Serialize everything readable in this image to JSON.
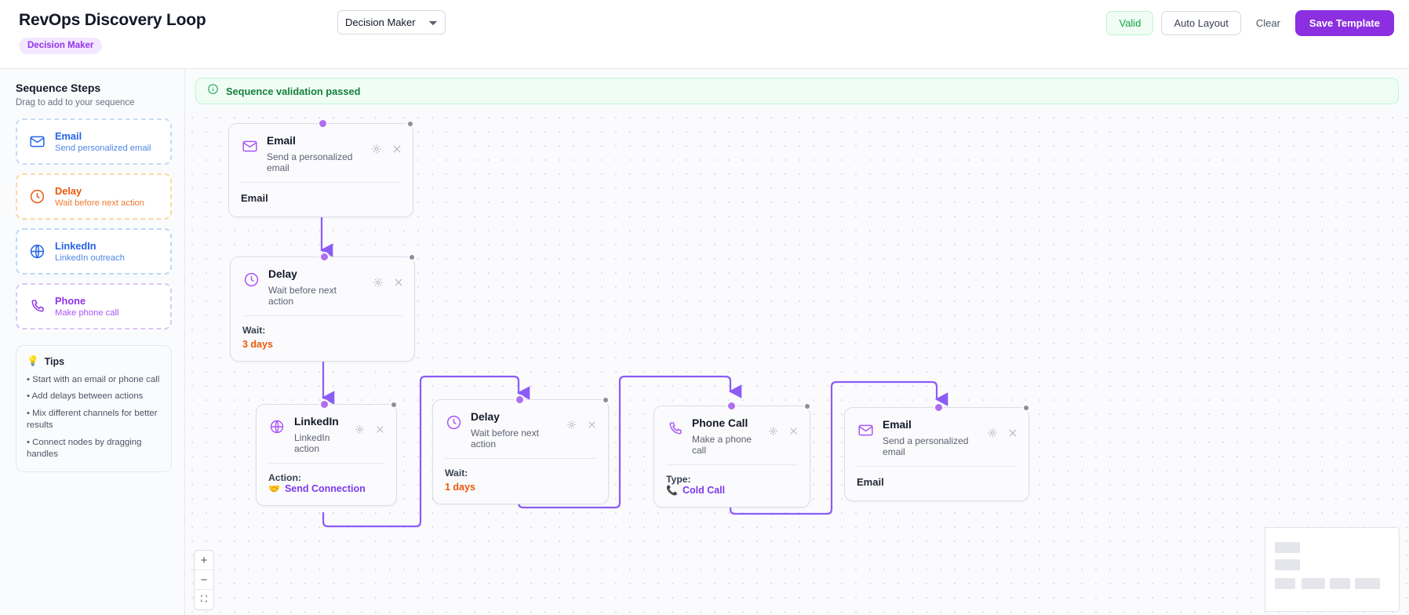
{
  "header": {
    "title": "RevOps Discovery Loop",
    "persona_chip": "Decision Maker",
    "persona_select_value": "Decision Maker",
    "persona_options": [
      "Decision Maker"
    ],
    "valid_label": "Valid",
    "auto_layout_label": "Auto Layout",
    "clear_label": "Clear",
    "save_label": "Save Template",
    "accent_color": "#8b2fe0",
    "valid_color": "#16a34a"
  },
  "sidebar": {
    "title": "Sequence Steps",
    "subtitle": "Drag to add to your sequence",
    "palette": [
      {
        "name": "Email",
        "desc": "Send personalized email",
        "icon": "envelope-icon"
      },
      {
        "name": "Delay",
        "desc": "Wait before next action",
        "icon": "clock-icon"
      },
      {
        "name": "LinkedIn",
        "desc": "LinkedIn outreach",
        "icon": "globe-icon"
      },
      {
        "name": "Phone",
        "desc": "Make phone call",
        "icon": "phone-icon"
      }
    ],
    "tips": {
      "icon": "lightbulb-icon",
      "heading": "Tips",
      "items": [
        "• Start with an email or phone call",
        "• Add delays between actions",
        "• Mix different channels for better results",
        "• Connect nodes by dragging handles"
      ]
    }
  },
  "banner": {
    "icon": "info-circle-icon",
    "text": "Sequence validation passed"
  },
  "canvas": {
    "nodes": [
      {
        "id": "email-1",
        "title": "Email",
        "desc": "Send a personalized email",
        "icon": "envelope-icon",
        "body_label": "Email",
        "body_value": "",
        "body_kind": "plain"
      },
      {
        "id": "delay-1",
        "title": "Delay",
        "desc": "Wait before next action",
        "icon": "clock-icon",
        "body_label": "Wait:",
        "body_value": "3 days",
        "body_kind": "orange"
      },
      {
        "id": "linkedin-1",
        "title": "LinkedIn",
        "desc": "LinkedIn action",
        "icon": "globe-icon",
        "body_label": "Action:",
        "body_value": "Send Connection",
        "body_kind": "purple",
        "body_emoji": "🤝"
      },
      {
        "id": "delay-2",
        "title": "Delay",
        "desc": "Wait before next action",
        "icon": "clock-icon",
        "body_label": "Wait:",
        "body_value": "1 days",
        "body_kind": "orange"
      },
      {
        "id": "phone-1",
        "title": "Phone Call",
        "desc": "Make a phone call",
        "icon": "phone-icon",
        "body_label": "Type:",
        "body_value": "Cold Call",
        "body_kind": "purple",
        "body_emoji": "📞"
      },
      {
        "id": "email-2",
        "title": "Email",
        "desc": "Send a personalized email",
        "icon": "envelope-icon",
        "body_label": "Email",
        "body_value": "",
        "body_kind": "plain"
      }
    ],
    "node_tools": {
      "settings": "gear-icon",
      "remove": "close-icon"
    },
    "zoom_controls": {
      "zoom_in": "+",
      "zoom_out": "−",
      "fit_view": "⛶"
    },
    "edge_color": "#8b5cf6"
  }
}
